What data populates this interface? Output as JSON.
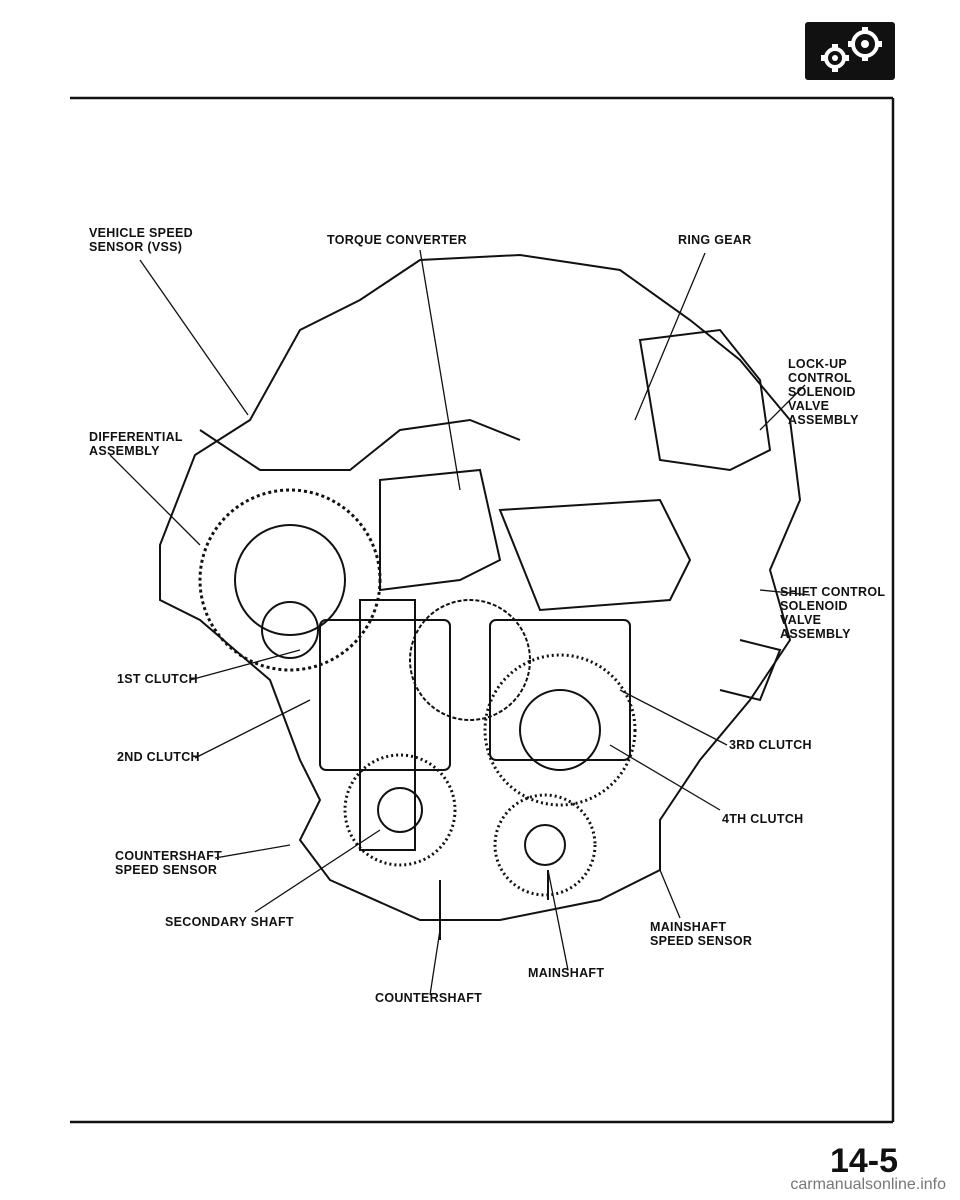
{
  "icon": "gears-section-icon",
  "labels": {
    "vss": "VEHICLE SPEED\nSENSOR (VSS)",
    "torque_converter": "TORQUE CONVERTER",
    "ring_gear": "RING GEAR",
    "lockup_solenoid": "LOCK-UP\nCONTROL\nSOLENOID\nVALVE\nASSEMBLY",
    "differential": "DIFFERENTIAL\nASSEMBLY",
    "shift_solenoid": "SHIFT CONTROL\nSOLENOID\nVALVE\nASSEMBLY",
    "first_clutch": "1ST CLUTCH",
    "second_clutch": "2ND CLUTCH",
    "third_clutch": "3RD CLUTCH",
    "fourth_clutch": "4TH CLUTCH",
    "countershaft_speed_sensor": "COUNTERSHAFT\nSPEED SENSOR",
    "secondary_shaft": "SECONDARY SHAFT",
    "mainshaft_speed_sensor": "MAINSHAFT\nSPEED SENSOR",
    "mainshaft": "MAINSHAFT",
    "countershaft": "COUNTERSHAFT"
  },
  "page_number": "14-5",
  "watermark": "carmanualsonline.info"
}
